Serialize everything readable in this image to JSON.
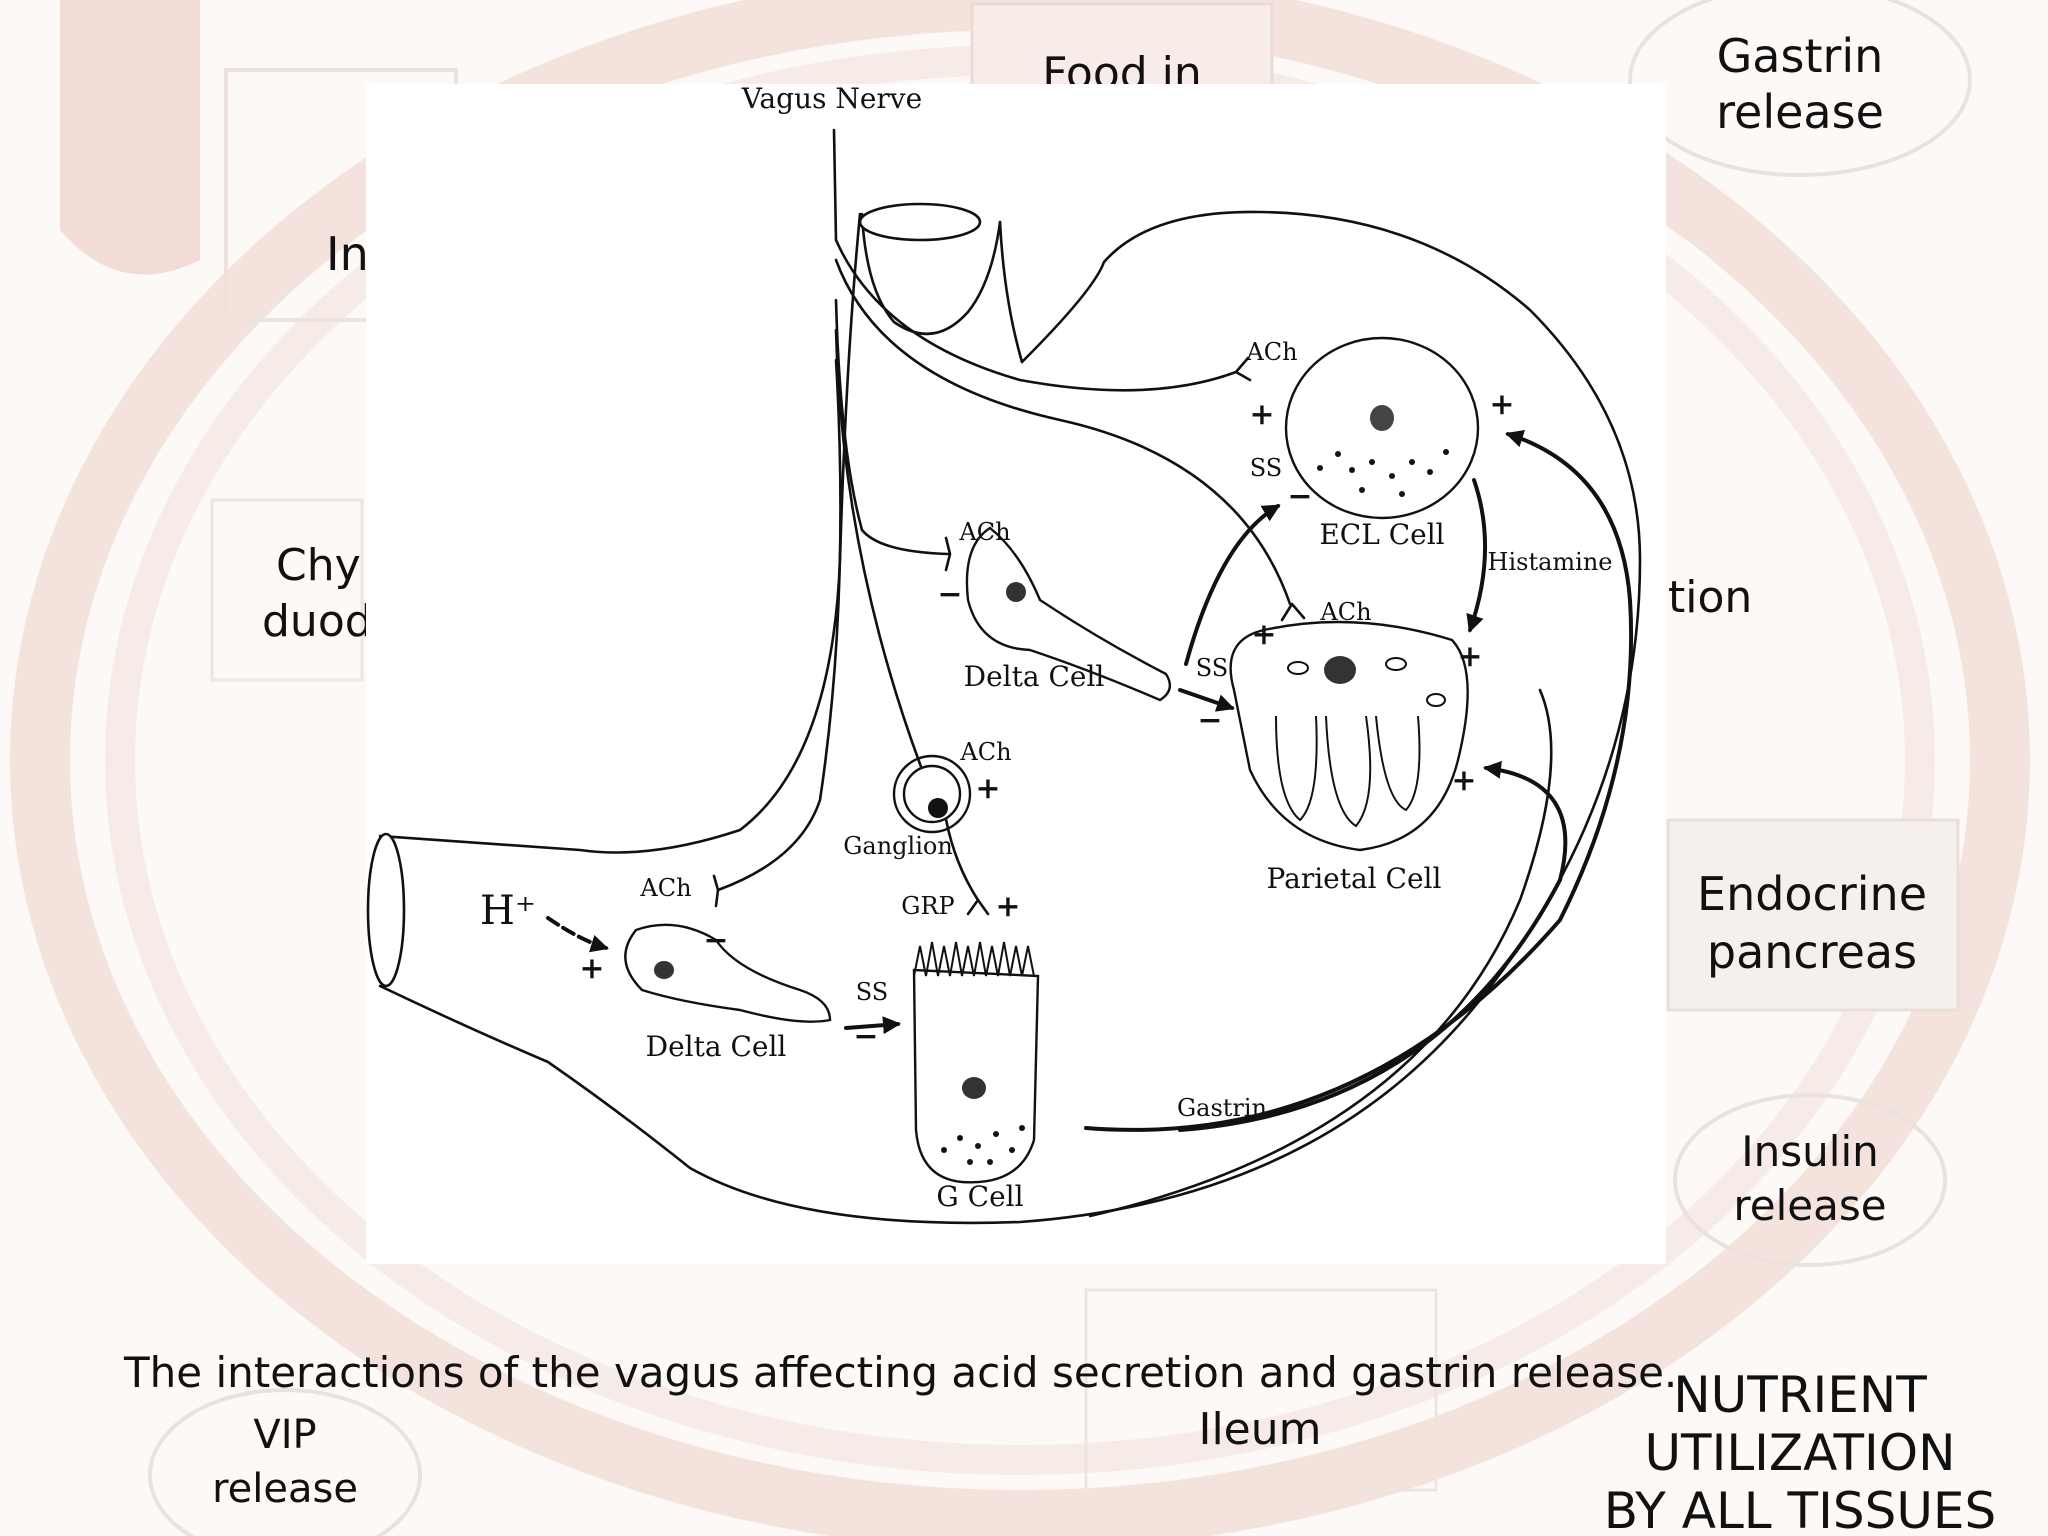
{
  "labels": {
    "vagus_nerve": "Vagus Nerve",
    "ach_ecl": "ACh",
    "ss_ecl": "SS",
    "ecl_cell": "ECL Cell",
    "histamine": "Histamine",
    "ach_parietal": "ACh",
    "ach_delta_upper": "ACh",
    "delta_cell_upper": "Delta Cell",
    "ss_upper": "SS",
    "parietal_cell": "Parietal Cell",
    "ach_ganglion": "ACh",
    "ganglion": "Ganglion",
    "grp": "GRP",
    "ach_delta_lower": "ACh",
    "h_plus": "H⁺",
    "delta_cell_lower": "Delta Cell",
    "ss_lower": "SS",
    "g_cell": "G Cell",
    "gastrin": "Gastrin"
  },
  "signs": {
    "ecl_ach": "+",
    "ecl_ss": "−",
    "ecl_gastrin": "+",
    "parietal_ach": "+",
    "parietal_ss": "−",
    "parietal_histamine": "+",
    "parietal_gastrin": "+",
    "delta_upper_ach": "−",
    "ganglion_ach": "+",
    "grp": "+",
    "delta_lower_ach": "−",
    "h_plus": "+",
    "g_cell_ss": "−"
  },
  "background_text": {
    "bg1": "Gastrin",
    "bg2": "release",
    "bg3": "Food in",
    "bg4": "Chy",
    "bg5": "duod",
    "bg6": "Endocrine",
    "bg7": "pancreas",
    "bg8": "Insulin",
    "bg9": "release",
    "bg10": "NUTRIENT",
    "bg11": "UTILIZATION",
    "bg12": "BY ALL TISSUES",
    "bg13": "VIP",
    "bg14": "release",
    "bg15": "Ileum",
    "bg16": "tion",
    "bg17": "In"
  },
  "caption": "The interactions of the vagus affecting acid secretion and gastrin release."
}
